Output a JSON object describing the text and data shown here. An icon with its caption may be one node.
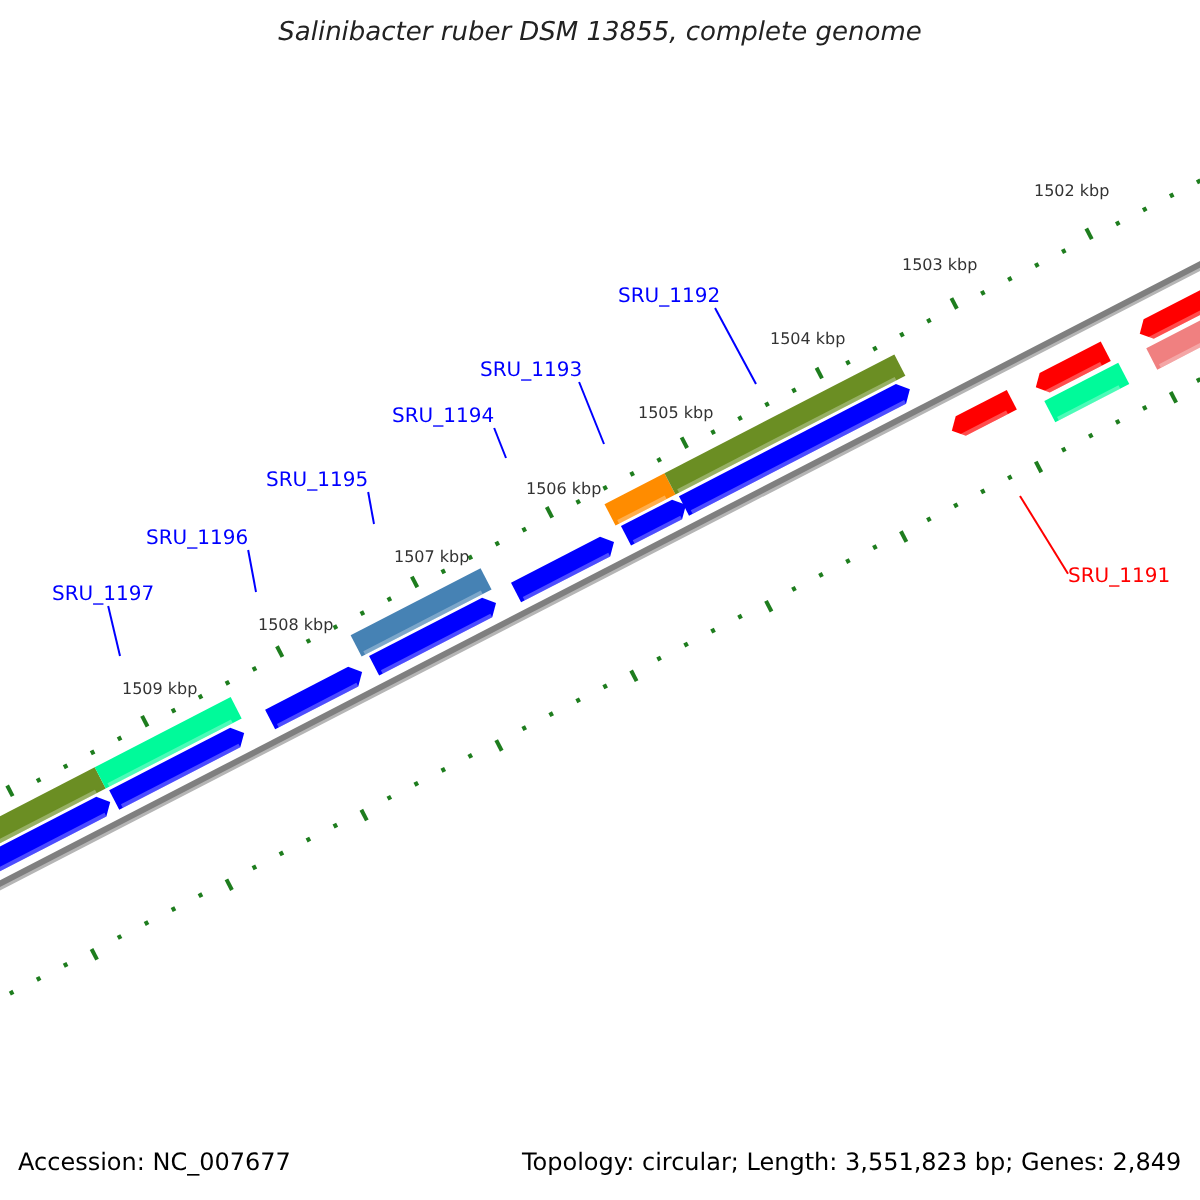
{
  "diagram": {
    "title": "Salinibacter ruber DSM 13855, complete genome",
    "nodes": [
      {
        "text": [
          "SRU_1192"
        ]
      },
      {
        "text": [
          "SRU_1193"
        ]
      },
      {
        "text": [
          "SRU_1194"
        ]
      },
      {
        "text": [
          "SRU_1195"
        ]
      },
      {
        "text": [
          "SRU_1196"
        ]
      },
      {
        "text": [
          "SRU_1197"
        ]
      },
      {
        "text": [
          "SRU_1191"
        ]
      }
    ],
    "edges": [
      {
        "from": 0,
        "to": null,
        "arrow": "none"
      },
      {
        "from": 1,
        "to": null,
        "arrow": "none"
      },
      {
        "from": 2,
        "to": null,
        "arrow": "none"
      },
      {
        "from": 3,
        "to": null,
        "arrow": "none"
      },
      {
        "from": 4,
        "to": null,
        "arrow": "none"
      },
      {
        "from": 5,
        "to": null,
        "arrow": "none"
      },
      {
        "from": 6,
        "to": null,
        "arrow": "none",
        "color": "#ff0000"
      }
    ],
    "labels": [
      "1502 kbp",
      "1503 kbp",
      "1504 kbp",
      "1505 kbp",
      "1506 kbp",
      "1507 kbp",
      "1508 kbp",
      "1509 kbp",
      "Accession: NC_007677",
      "Topology: circular; Length: 3,551,823 bp; Genes: 2,849"
    ]
  }
}
